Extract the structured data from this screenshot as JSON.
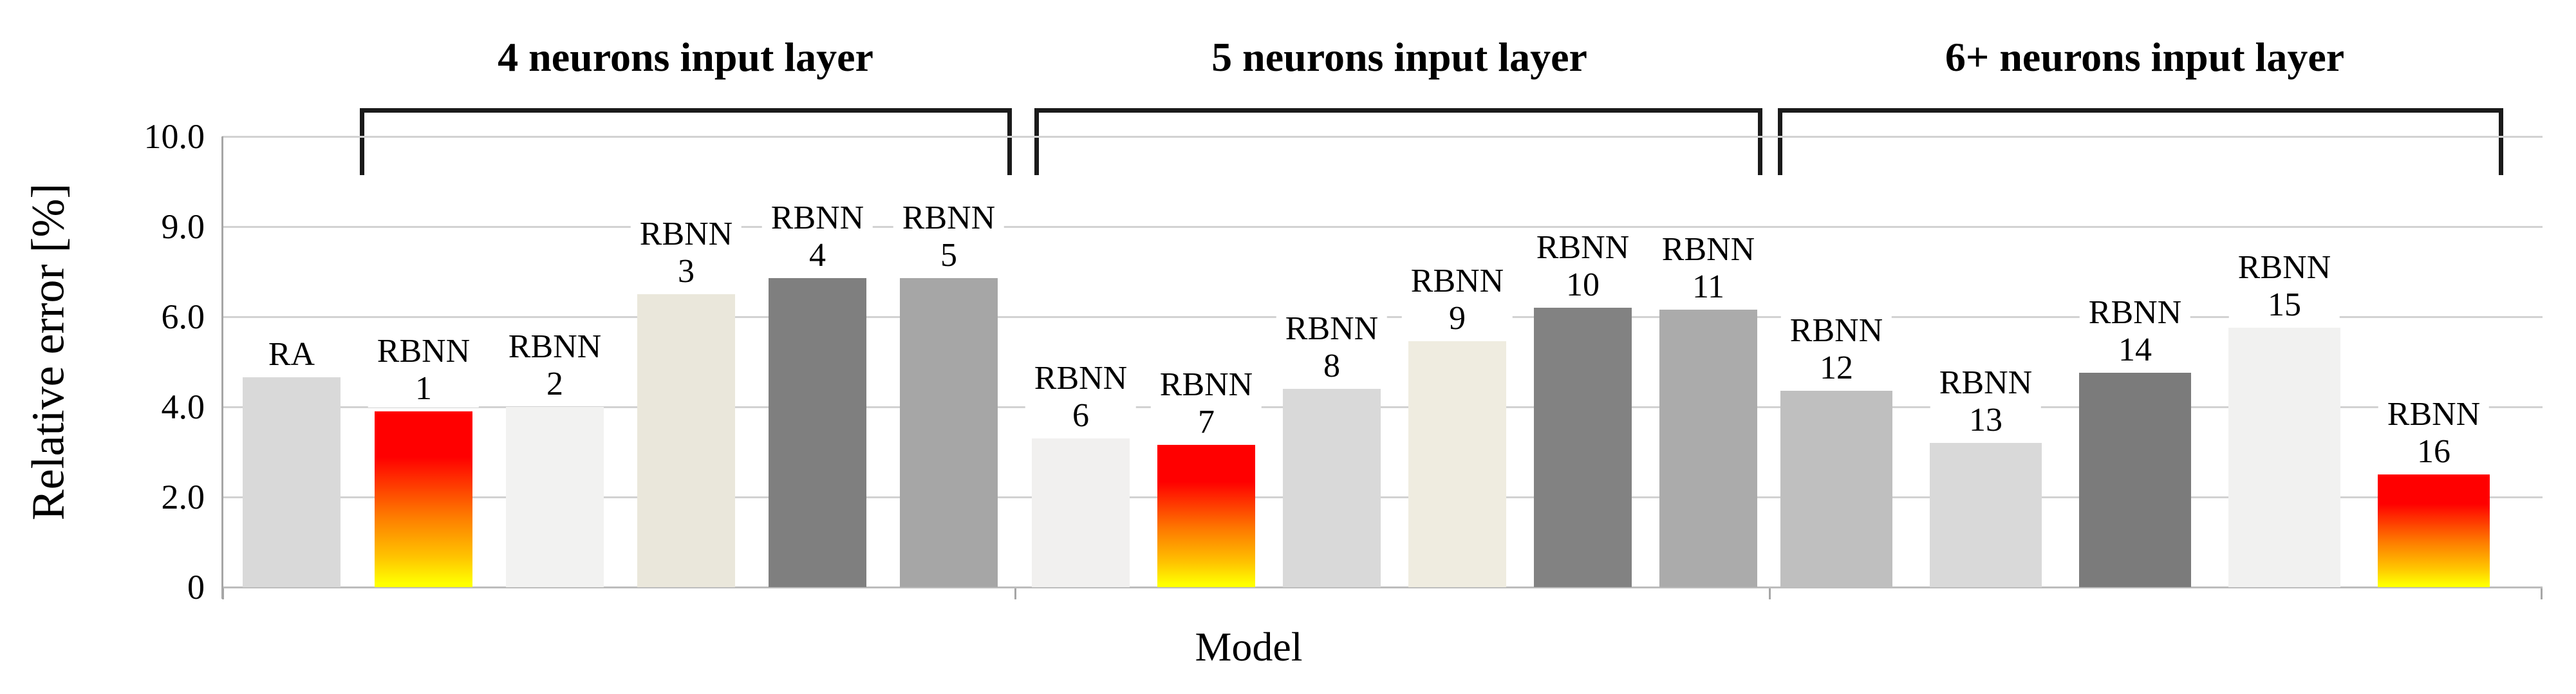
{
  "figure": {
    "kind": "grouped bar chart of model relative errors"
  },
  "chart_data": {
    "type": "bar",
    "title": "",
    "xlabel": "Model",
    "ylabel": "Relative error [%]",
    "ylim": [
      0,
      10
    ],
    "grid": "horizontal",
    "legend": "none",
    "y_tick_labels_top_to_bottom": [
      "10.0",
      "9.0",
      "6.0",
      "4.0",
      "2.0",
      "0"
    ],
    "groups": [
      {
        "label": "4 neurons input layer",
        "members": [
          "RBNN 1",
          "RBNN 2",
          "RBNN 3",
          "RBNN 4",
          "RBNN 5"
        ]
      },
      {
        "label": "5 neurons input layer",
        "members": [
          "RBNN 6",
          "RBNN 7",
          "RBNN 8",
          "RBNN 9",
          "RBNN 10",
          "RBNN 11"
        ]
      },
      {
        "label": "6+ neurons input layer",
        "members": [
          "RBNN 12",
          "RBNN 13",
          "RBNN 14",
          "RBNN 15",
          "RBNN 16"
        ]
      }
    ],
    "bars": [
      {
        "name": "RA",
        "label_lines": [
          "RA"
        ],
        "value": 4.65,
        "fill": "#d9d9d9",
        "group": ""
      },
      {
        "name": "RBNN 1",
        "label_lines": [
          "RBNN",
          "1"
        ],
        "value": 3.9,
        "fill": "red-yellow-gradient",
        "group": "4 neurons input layer"
      },
      {
        "name": "RBNN 2",
        "label_lines": [
          "RBNN",
          "2"
        ],
        "value": 4.0,
        "fill": "#f2f2f1",
        "group": "4 neurons input layer"
      },
      {
        "name": "RBNN 3",
        "label_lines": [
          "RBNN",
          "3"
        ],
        "value": 6.5,
        "fill": "#eae7db",
        "group": "4 neurons input layer"
      },
      {
        "name": "RBNN 4",
        "label_lines": [
          "RBNN",
          "4"
        ],
        "value": 6.85,
        "fill": "#7f7f7f",
        "group": "4 neurons input layer"
      },
      {
        "name": "RBNN 5",
        "label_lines": [
          "RBNN",
          "5"
        ],
        "value": 6.85,
        "fill": "#a6a6a6",
        "group": "4 neurons input layer"
      },
      {
        "name": "RBNN 6",
        "label_lines": [
          "RBNN",
          "6"
        ],
        "value": 3.3,
        "fill": "#f1f0ef",
        "group": "5 neurons input layer"
      },
      {
        "name": "RBNN 7",
        "label_lines": [
          "RBNN",
          "7"
        ],
        "value": 3.15,
        "fill": "red-yellow-gradient",
        "group": "5 neurons input layer"
      },
      {
        "name": "RBNN 8",
        "label_lines": [
          "RBNN",
          "8"
        ],
        "value": 4.4,
        "fill": "#d9d9d9",
        "group": "5 neurons input layer"
      },
      {
        "name": "RBNN 9",
        "label_lines": [
          "RBNN",
          "9"
        ],
        "value": 5.45,
        "fill": "#efece0",
        "group": "5 neurons input layer"
      },
      {
        "name": "RBNN 10",
        "label_lines": [
          "RBNN",
          "10"
        ],
        "value": 6.2,
        "fill": "#828282",
        "group": "5 neurons input layer"
      },
      {
        "name": "RBNN 11",
        "label_lines": [
          "RBNN",
          "11"
        ],
        "value": 6.15,
        "fill": "#ababab",
        "group": "5 neurons input layer"
      },
      {
        "name": "RBNN 12",
        "label_lines": [
          "RBNN",
          "12"
        ],
        "value": 4.35,
        "fill": "#bfbfbf",
        "group": "6+ neurons input layer"
      },
      {
        "name": "RBNN 13",
        "label_lines": [
          "RBNN",
          "13"
        ],
        "value": 3.2,
        "fill": "#d9d9d9",
        "group": "6+ neurons input layer"
      },
      {
        "name": "RBNN 14",
        "label_lines": [
          "RBNN",
          "14"
        ],
        "value": 4.75,
        "fill": "#7b7b7b",
        "group": "6+ neurons input layer"
      },
      {
        "name": "RBNN 15",
        "label_lines": [
          "RBNN",
          "15"
        ],
        "value": 5.75,
        "fill": "#f1f1f0",
        "group": "6+ neurons input layer"
      },
      {
        "name": "RBNN 16",
        "label_lines": [
          "RBNN",
          "16"
        ],
        "value": 2.5,
        "fill": "red-yellow-gradient",
        "group": "6+ neurons input layer"
      }
    ]
  }
}
